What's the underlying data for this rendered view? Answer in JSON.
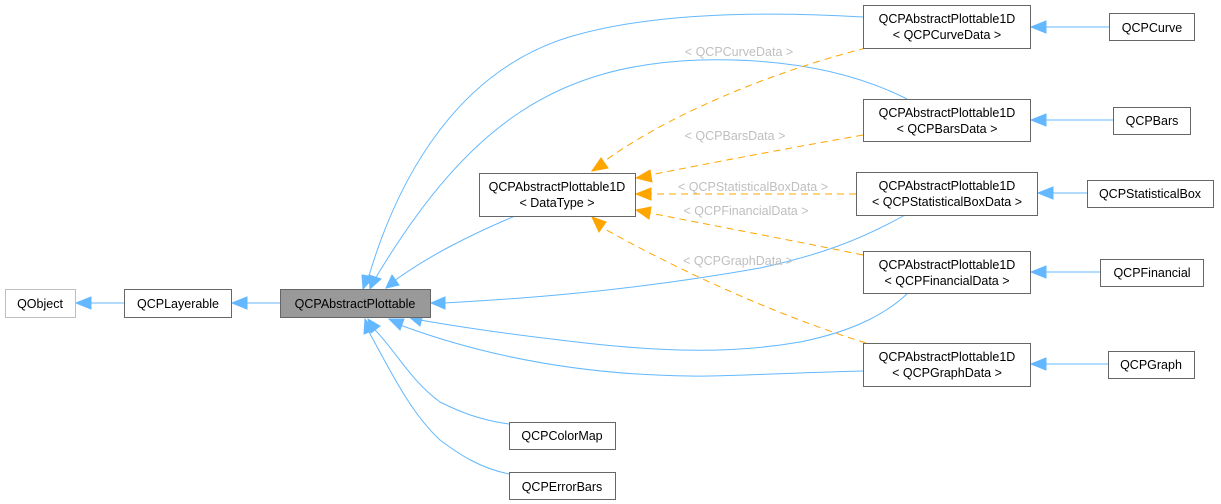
{
  "diagram": {
    "type": "class-inheritance-graph",
    "colors": {
      "inheritance_edge": "#63b8ff",
      "template_edge": "#ffa500",
      "edge_label": "#bfbfbf",
      "current_node_fill": "#999999",
      "node_border": "#666666",
      "external_node_border": "#bfbfbf"
    },
    "nodes": {
      "qobject": {
        "line1": "QObject"
      },
      "qcplayerable": {
        "line1": "QCPLayerable"
      },
      "qcpabstractplottable": {
        "line1": "QCPAbstractPlottable"
      },
      "plottable1d_template": {
        "line1": "QCPAbstractPlottable1D",
        "line2": "< DataType >"
      },
      "plottable1d_curve": {
        "line1": "QCPAbstractPlottable1D",
        "line2": "< QCPCurveData >"
      },
      "plottable1d_bars": {
        "line1": "QCPAbstractPlottable1D",
        "line2": "< QCPBarsData >"
      },
      "plottable1d_statbox": {
        "line1": "QCPAbstractPlottable1D",
        "line2": "< QCPStatisticalBoxData >"
      },
      "plottable1d_financial": {
        "line1": "QCPAbstractPlottable1D",
        "line2": "< QCPFinancialData >"
      },
      "plottable1d_graph": {
        "line1": "QCPAbstractPlottable1D",
        "line2": "< QCPGraphData >"
      },
      "qcpcurve": {
        "line1": "QCPCurve"
      },
      "qcpbars": {
        "line1": "QCPBars"
      },
      "qcpstatisticalbox": {
        "line1": "QCPStatisticalBox"
      },
      "qcpfinancial": {
        "line1": "QCPFinancial"
      },
      "qcpgraph": {
        "line1": "QCPGraph"
      },
      "qcpcolormap": {
        "line1": "QCPColorMap"
      },
      "qcperrorbars": {
        "line1": "QCPErrorBars"
      }
    },
    "edge_labels": {
      "curve": "< QCPCurveData >",
      "bars": "< QCPBarsData >",
      "statbox": "< QCPStatisticalBoxData >",
      "financial": "< QCPFinancialData >",
      "graph": "< QCPGraphData >"
    },
    "edges": [
      {
        "from": "QCPLayerable",
        "to": "QObject",
        "kind": "inheritance"
      },
      {
        "from": "QCPAbstractPlottable",
        "to": "QCPLayerable",
        "kind": "inheritance"
      },
      {
        "from": "QCPAbstractPlottable1D< DataType >",
        "to": "QCPAbstractPlottable",
        "kind": "inheritance"
      },
      {
        "from": "QCPAbstractPlottable1D< QCPCurveData >",
        "to": "QCPAbstractPlottable",
        "kind": "inheritance"
      },
      {
        "from": "QCPAbstractPlottable1D< QCPBarsData >",
        "to": "QCPAbstractPlottable",
        "kind": "inheritance"
      },
      {
        "from": "QCPAbstractPlottable1D< QCPStatisticalBoxData >",
        "to": "QCPAbstractPlottable",
        "kind": "inheritance"
      },
      {
        "from": "QCPAbstractPlottable1D< QCPFinancialData >",
        "to": "QCPAbstractPlottable",
        "kind": "inheritance"
      },
      {
        "from": "QCPAbstractPlottable1D< QCPGraphData >",
        "to": "QCPAbstractPlottable",
        "kind": "inheritance"
      },
      {
        "from": "QCPColorMap",
        "to": "QCPAbstractPlottable",
        "kind": "inheritance"
      },
      {
        "from": "QCPErrorBars",
        "to": "QCPAbstractPlottable",
        "kind": "inheritance"
      },
      {
        "from": "QCPAbstractPlottable1D< QCPCurveData >",
        "to": "QCPAbstractPlottable1D< DataType >",
        "kind": "template",
        "label": "< QCPCurveData >"
      },
      {
        "from": "QCPAbstractPlottable1D< QCPBarsData >",
        "to": "QCPAbstractPlottable1D< DataType >",
        "kind": "template",
        "label": "< QCPBarsData >"
      },
      {
        "from": "QCPAbstractPlottable1D< QCPStatisticalBoxData >",
        "to": "QCPAbstractPlottable1D< DataType >",
        "kind": "template",
        "label": "< QCPStatisticalBoxData >"
      },
      {
        "from": "QCPAbstractPlottable1D< QCPFinancialData >",
        "to": "QCPAbstractPlottable1D< DataType >",
        "kind": "template",
        "label": "< QCPFinancialData >"
      },
      {
        "from": "QCPAbstractPlottable1D< QCPGraphData >",
        "to": "QCPAbstractPlottable1D< DataType >",
        "kind": "template",
        "label": "< QCPGraphData >"
      },
      {
        "from": "QCPCurve",
        "to": "QCPAbstractPlottable1D< QCPCurveData >",
        "kind": "inheritance"
      },
      {
        "from": "QCPBars",
        "to": "QCPAbstractPlottable1D< QCPBarsData >",
        "kind": "inheritance"
      },
      {
        "from": "QCPStatisticalBox",
        "to": "QCPAbstractPlottable1D< QCPStatisticalBoxData >",
        "kind": "inheritance"
      },
      {
        "from": "QCPFinancial",
        "to": "QCPAbstractPlottable1D< QCPFinancialData >",
        "kind": "inheritance"
      },
      {
        "from": "QCPGraph",
        "to": "QCPAbstractPlottable1D< QCPGraphData >",
        "kind": "inheritance"
      }
    ]
  }
}
